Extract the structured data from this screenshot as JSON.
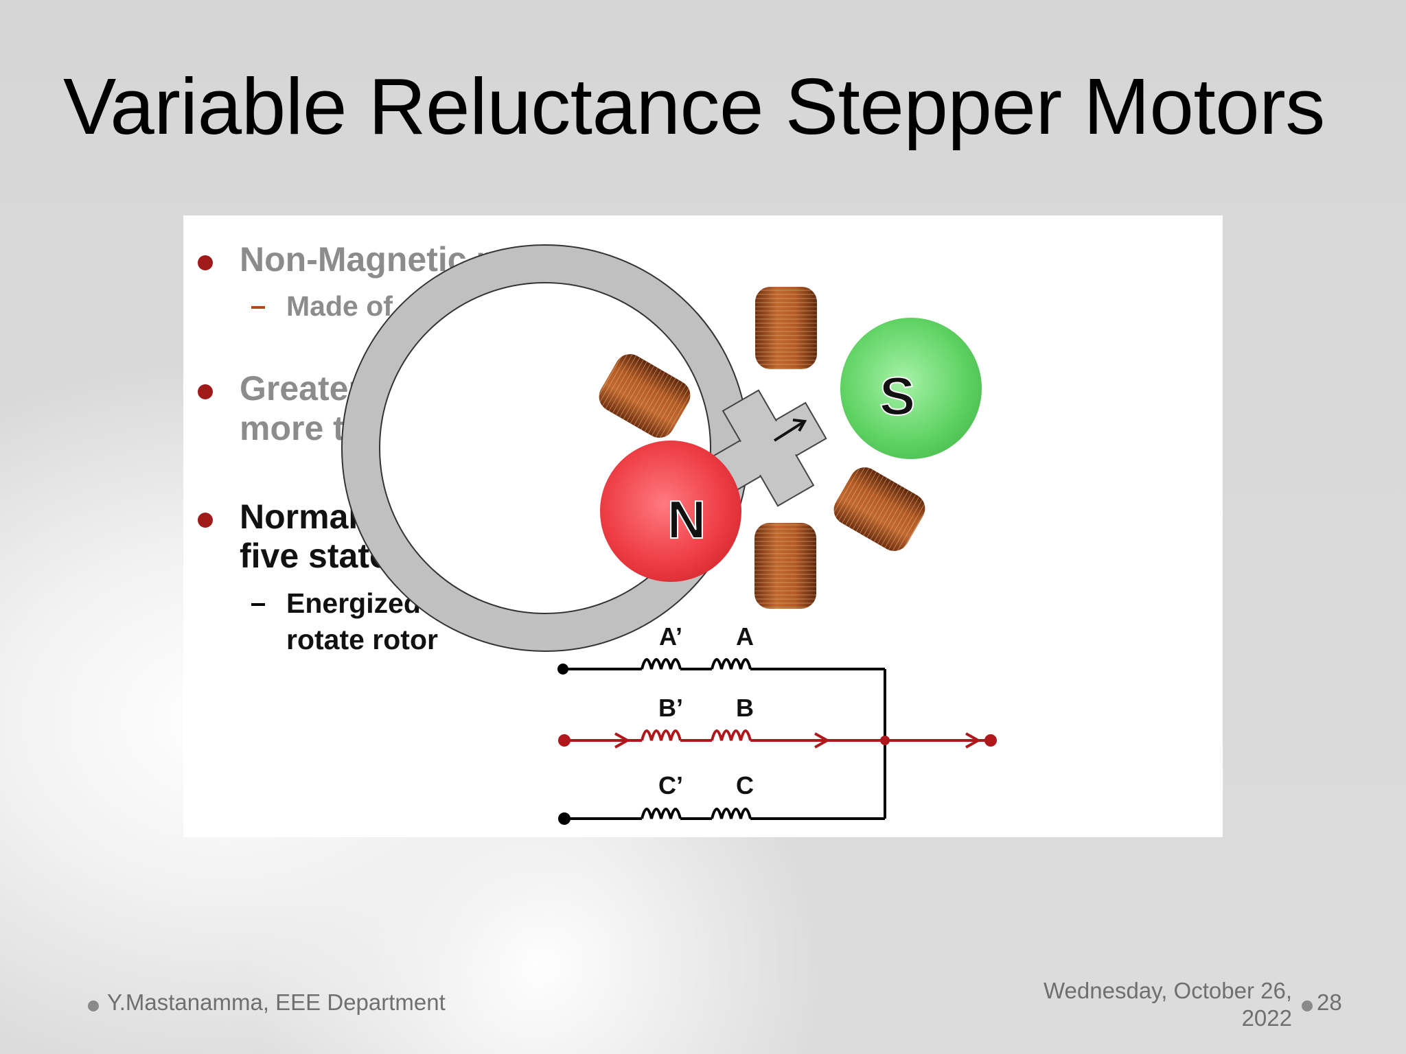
{
  "slide": {
    "title": "Variable Reluctance Stepper Motors"
  },
  "content": {
    "bullets": [
      {
        "text": "Non-Magnetic rotor",
        "sub": "Made of soft-iron"
      },
      {
        "line1": "Greater resolution as",
        "line2": "more teeth are added"
      },
      {
        "line1": "Normally have three or",
        "line2": "five stator windings",
        "sub_line1": "Energized one at a time to",
        "sub_line2": "rotate rotor"
      }
    ]
  },
  "diagram": {
    "pole_n": "N",
    "pole_s": "S",
    "windings": [
      {
        "left": "A’",
        "right": "A"
      },
      {
        "left": "B’",
        "right": "B"
      },
      {
        "left": "C’",
        "right": "C"
      }
    ],
    "colors": {
      "north": "#e8353c",
      "south": "#58d15c",
      "coil": "#a4501d",
      "energized_wire": "#b0171b",
      "bullet": "#a11a1a"
    }
  },
  "footer": {
    "author": "Y.Mastanamma, EEE Department",
    "date_line1": "Wednesday, October 26,",
    "date_line2": "2022",
    "page_number": "28"
  }
}
